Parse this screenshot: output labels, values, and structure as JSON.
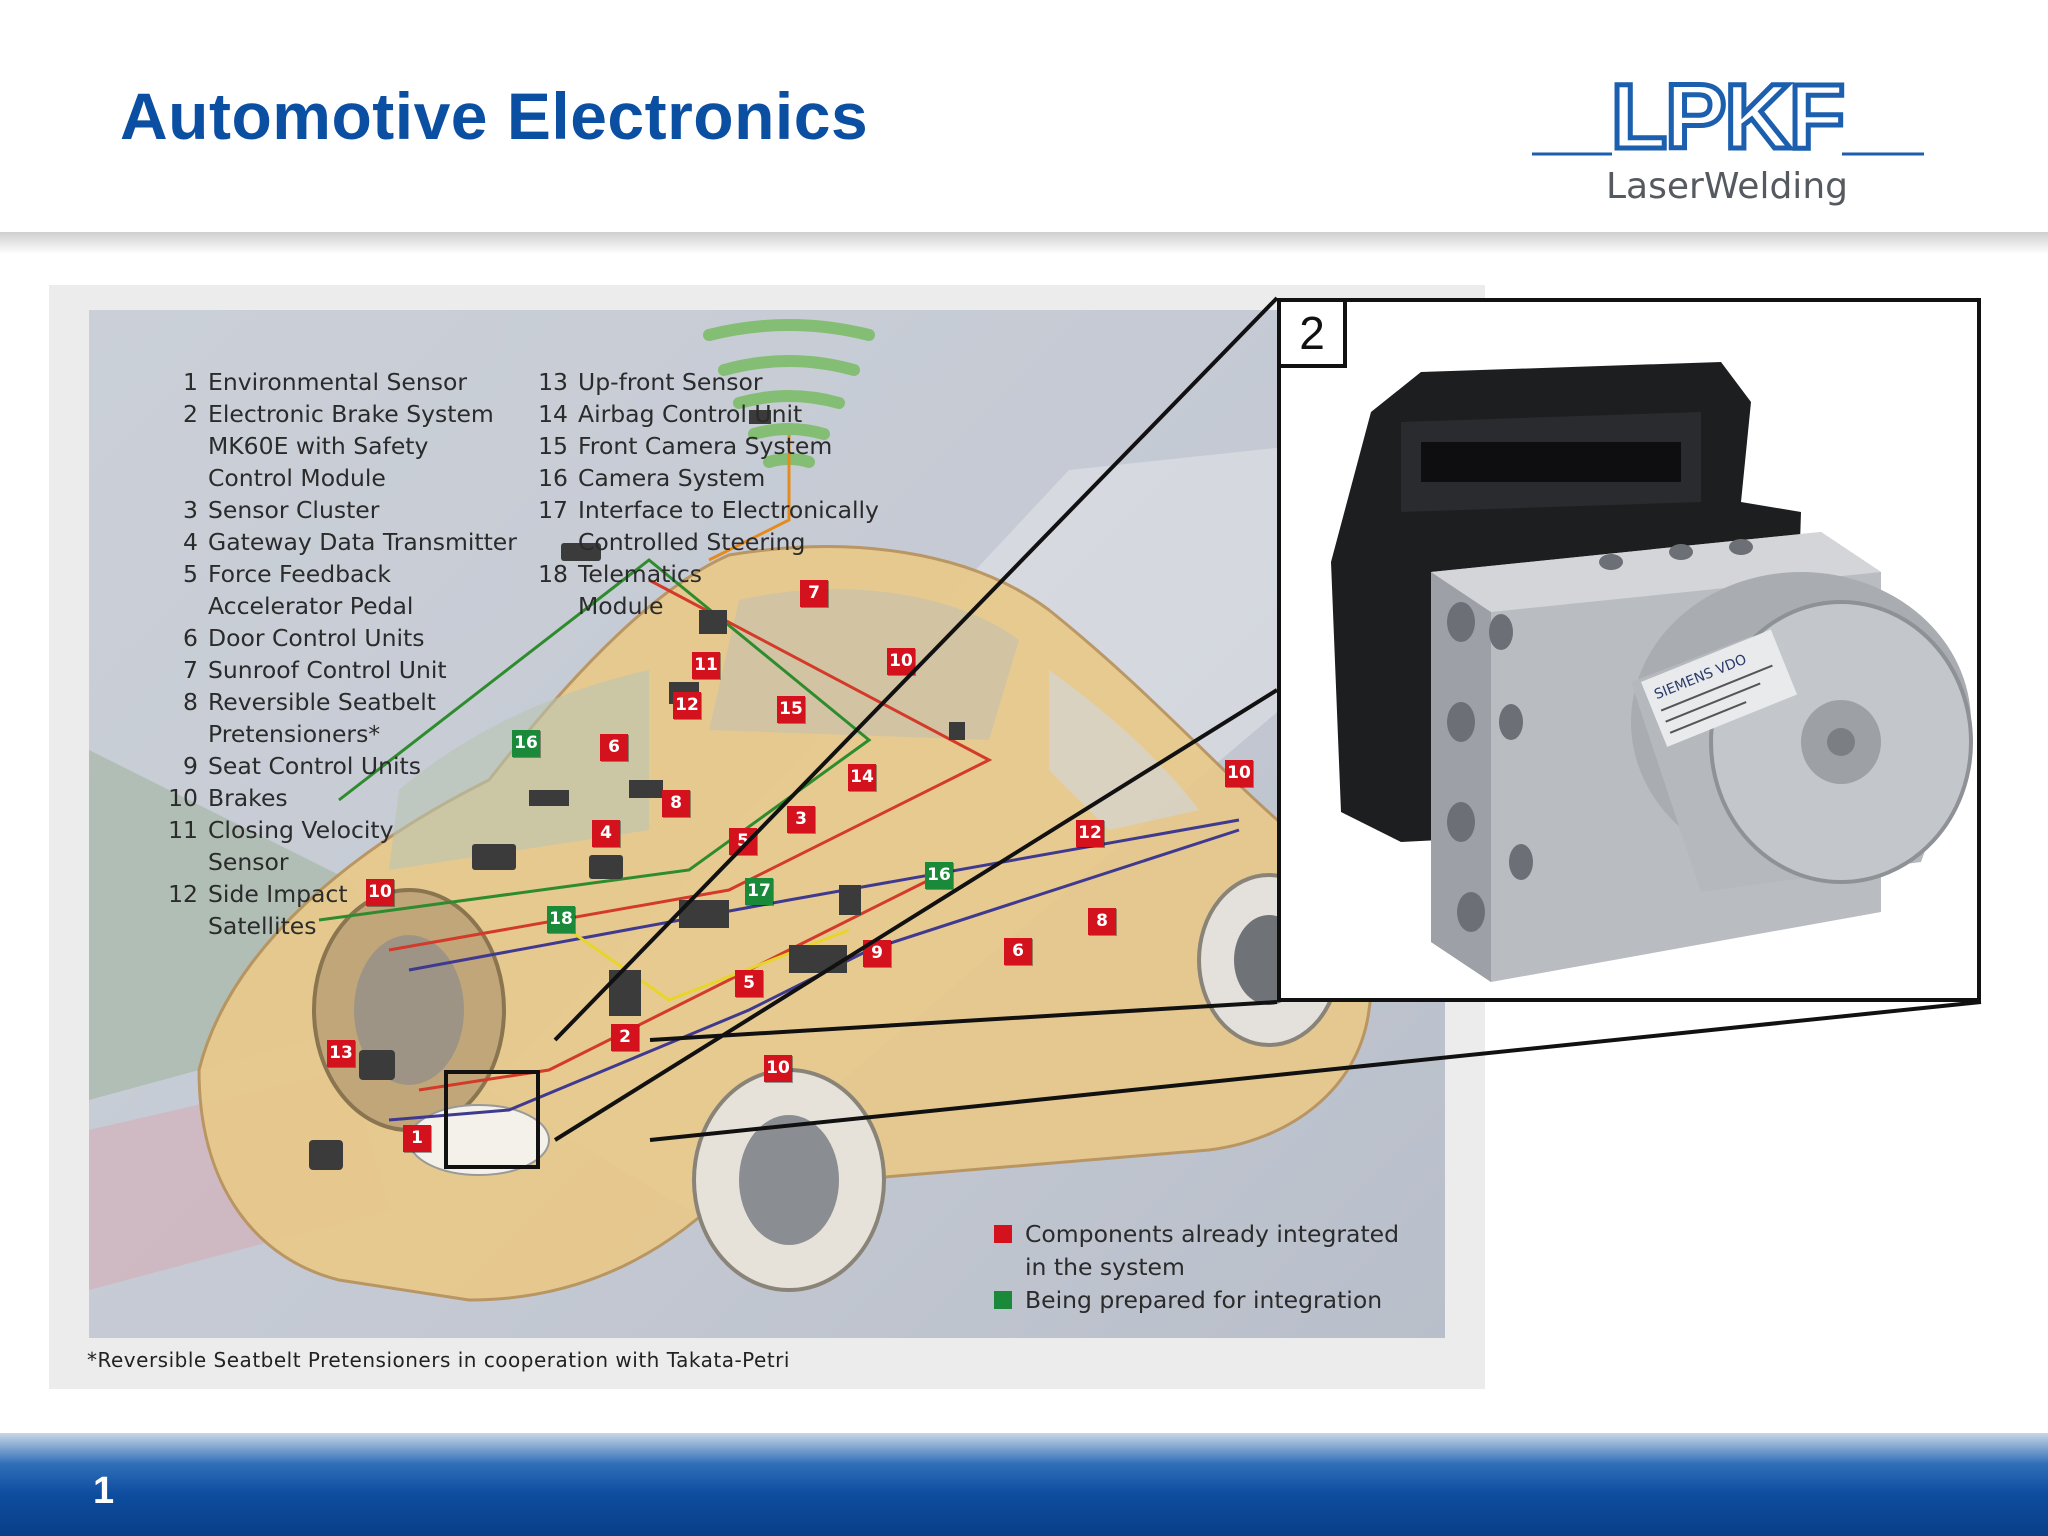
{
  "header": {
    "title": "Automotive Electronics",
    "logo_main": "LPKF",
    "logo_sub": "LaserWelding"
  },
  "legend": {
    "col1": [
      {
        "num": "1",
        "lines": [
          "Environmental Sensor"
        ]
      },
      {
        "num": "2",
        "lines": [
          "Electronic Brake System",
          "MK60E with Safety",
          "Control Module"
        ]
      },
      {
        "num": "3",
        "lines": [
          "Sensor Cluster"
        ]
      },
      {
        "num": "4",
        "lines": [
          "Gateway Data Transmitter"
        ]
      },
      {
        "num": "5",
        "lines": [
          "Force Feedback",
          "Accelerator Pedal"
        ]
      },
      {
        "num": "6",
        "lines": [
          "Door Control Units"
        ]
      },
      {
        "num": "7",
        "lines": [
          "Sunroof Control Unit"
        ]
      },
      {
        "num": "8",
        "lines": [
          "Reversible Seatbelt",
          "Pretensioners*"
        ]
      },
      {
        "num": "9",
        "lines": [
          "Seat Control Units"
        ]
      },
      {
        "num": "10",
        "lines": [
          "Brakes"
        ]
      },
      {
        "num": "11",
        "lines": [
          "Closing Velocity",
          "Sensor"
        ]
      },
      {
        "num": "12",
        "lines": [
          "Side Impact",
          "Satellites"
        ]
      }
    ],
    "col2": [
      {
        "num": "13",
        "lines": [
          "Up-front Sensor"
        ]
      },
      {
        "num": "14",
        "lines": [
          "Airbag Control Unit"
        ]
      },
      {
        "num": "15",
        "lines": [
          "Front Camera System"
        ]
      },
      {
        "num": "16",
        "lines": [
          "Camera System"
        ]
      },
      {
        "num": "17",
        "lines": [
          "Interface to Electronically",
          "Controlled Steering"
        ]
      },
      {
        "num": "18",
        "lines": [
          "Telematics",
          "Module"
        ]
      }
    ]
  },
  "markers": [
    {
      "label": "7",
      "kind": "red"
    },
    {
      "label": "11",
      "kind": "red"
    },
    {
      "label": "10",
      "kind": "red"
    },
    {
      "label": "12",
      "kind": "red"
    },
    {
      "label": "15",
      "kind": "red"
    },
    {
      "label": "16",
      "kind": "green"
    },
    {
      "label": "6",
      "kind": "red"
    },
    {
      "label": "14",
      "kind": "red"
    },
    {
      "label": "10",
      "kind": "red"
    },
    {
      "label": "8",
      "kind": "red"
    },
    {
      "label": "3",
      "kind": "red"
    },
    {
      "label": "4",
      "kind": "red"
    },
    {
      "label": "5",
      "kind": "red"
    },
    {
      "label": "12",
      "kind": "red"
    },
    {
      "label": "17",
      "kind": "green"
    },
    {
      "label": "16",
      "kind": "green"
    },
    {
      "label": "10",
      "kind": "red"
    },
    {
      "label": "18",
      "kind": "green"
    },
    {
      "label": "9",
      "kind": "red"
    },
    {
      "label": "6",
      "kind": "red"
    },
    {
      "label": "8",
      "kind": "red"
    },
    {
      "label": "5",
      "kind": "red"
    },
    {
      "label": "2",
      "kind": "red"
    },
    {
      "label": "13",
      "kind": "red"
    },
    {
      "label": "10",
      "kind": "red"
    },
    {
      "label": "1",
      "kind": "red"
    }
  ],
  "key": {
    "integrated": [
      "Components already integrated",
      "in the system"
    ],
    "prepared": "Being prepared for integration",
    "colors": {
      "integrated": "#d4121e",
      "prepared": "#1a8a3a"
    }
  },
  "footnote": "*Reversible Seatbelt Pretensioners in cooperation with Takata-Petri",
  "inset": {
    "label": "2",
    "product_text": "SIEMENS VDO"
  },
  "footer": {
    "page_number": "1"
  }
}
